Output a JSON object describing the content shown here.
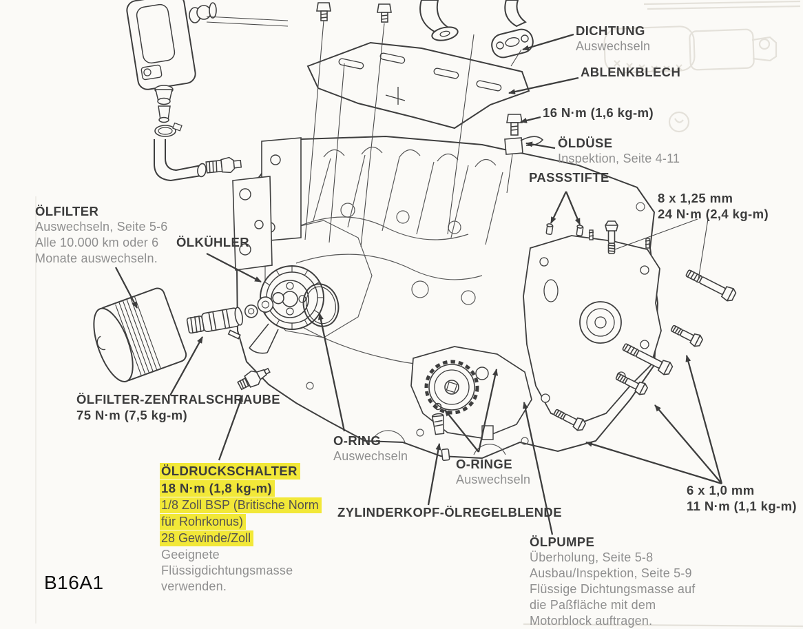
{
  "page": {
    "model_code": "B16A1",
    "highlight_color": "#f2e838",
    "paper_color": "#fbfaf7",
    "ink_color": "#3c3c3c",
    "muted_color": "#8f8f8f"
  },
  "callouts": {
    "dichtung": {
      "title": "DICHTUNG",
      "note": "Auswechseln"
    },
    "ablenkblech": {
      "title": "ABLENKBLECH"
    },
    "bolt_16nm": {
      "torque": "16 N·m (1,6 kg-m)"
    },
    "oelduese": {
      "title": "ÖLDÜSE",
      "note": "Inspektion, Seite 4-11"
    },
    "passstifte": {
      "title": "PASSSTIFTE"
    },
    "bolt_8mm": {
      "size": "8 x 1,25 mm",
      "torque": "24 N·m (2,4 kg-m)"
    },
    "oelfilter": {
      "title": "ÖLFILTER",
      "note1": "Auswechseln, Seite 5-6",
      "note2": "Alle 10.000 km oder 6",
      "note3": "Monate auswechseln."
    },
    "oelkuehler": {
      "title": "ÖLKÜHLER"
    },
    "zentralschraube": {
      "title": "ÖLFILTER-ZENTRALSCHRAUBE",
      "torque": "75 N·m (7,5 kg-m)"
    },
    "oeldruckschalter": {
      "title": "ÖLDRUCKSCHALTER",
      "torque": "18 N·m (1,8 kg-m)",
      "spec1": "1/8 Zoll BSP (Britische Norm",
      "spec2": "für Rohrkonus)",
      "spec3": "28 Gewinde/Zoll",
      "note1": "Geeignete",
      "note2": "Flüssigdichtungsmasse",
      "note3": "verwenden."
    },
    "oring": {
      "title": "O-RING",
      "note": "Auswechseln"
    },
    "oringe": {
      "title": "O-RINGE",
      "note": "Auswechseln"
    },
    "oelregelblende": {
      "title": "ZYLINDERKOPF-ÖLREGELBLENDE"
    },
    "oelpumpe": {
      "title": "ÖLPUMPE",
      "note1": "Überholung, Seite 5-8",
      "note2": "Ausbau/Inspektion, Seite 5-9",
      "note3": "Flüssige Dichtungsmasse auf",
      "note4": "die Paßfläche mit dem",
      "note5": "Motorblock auftragen."
    },
    "bolt_6mm": {
      "size": "6 x 1,0 mm",
      "torque": "11 N·m (1,1 kg-m)"
    }
  }
}
